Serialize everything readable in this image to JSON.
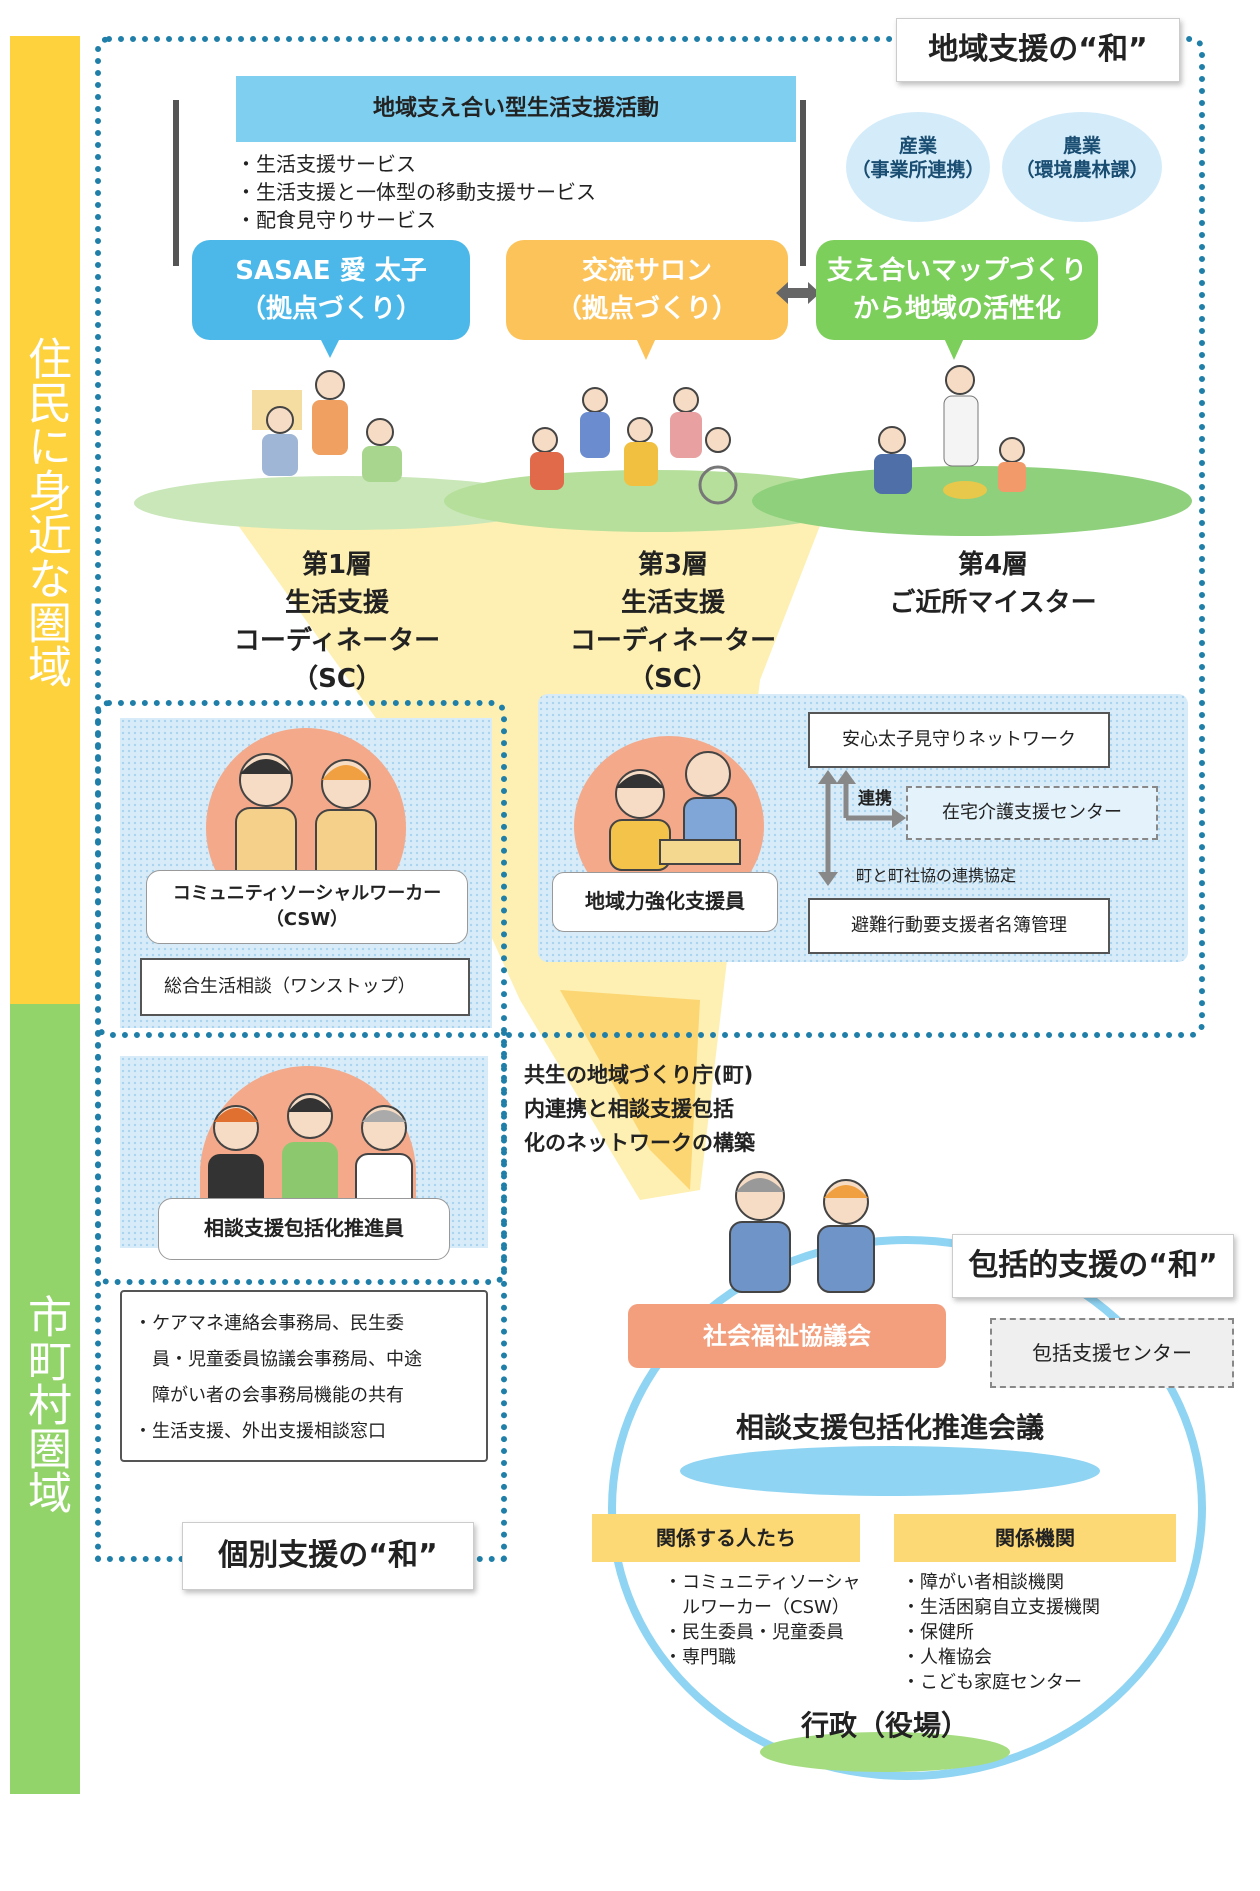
{
  "side_bands": {
    "top": "住民に身近な圏域",
    "bottom": "市町村圏域"
  },
  "ring_labels": {
    "regional": "地域支援の“和”",
    "individual": "個別支援の“和”",
    "comprehensive": "包括的支援の“和”"
  },
  "activity": {
    "title": "地域支え合い型生活支援活動",
    "services": [
      "・生活支援サービス",
      "・生活支援と一体型の移動支援サービス",
      "・配食見守りサービス"
    ]
  },
  "clouds": [
    {
      "line1": "産業",
      "line2": "（事業所連携）"
    },
    {
      "line1": "農業",
      "line2": "（環境農林課）"
    }
  ],
  "hubs": [
    {
      "line1": "SASAE 愛 太子",
      "line2": "（拠点づくり）",
      "color": "#4cb8ea"
    },
    {
      "line1": "交流サロン",
      "line2": "（拠点づくり）",
      "color": "#fcc35a"
    },
    {
      "line1": "支え合いマップづくり",
      "line2": "から地域の活性化",
      "color": "#7ccf5a"
    }
  ],
  "layers": [
    {
      "line1": "第1層",
      "line2": "生活支援",
      "line3": "コーディネーター",
      "line4": "（SC）"
    },
    {
      "line1": "第3層",
      "line2": "生活支援",
      "line3": "コーディネーター",
      "line4": "（SC）"
    },
    {
      "line1": "第4層",
      "line2": "ご近所マイスター"
    }
  ],
  "csw_panel": {
    "title_line1": "コミュニティソーシャルワーカー",
    "title_line2": "（CSW）",
    "service": "総合生活相談（ワンストップ）"
  },
  "regional_panel": {
    "role": "地域力強化支援員",
    "network": "安心太子見守りネットワーク",
    "link_label": "連携",
    "partner": "在宅介護支援センター",
    "agreement": "町と町社協の連携協定",
    "registry": "避難行動要支援者名簿管理"
  },
  "promoter_panel": {
    "role": "相談支援包括化推進員",
    "duties": [
      "・ケアマネ連絡会事務局、民生委",
      "　員・児童委員協議会事務局、中途",
      "　障がい者の会事務局機能の共有",
      "・生活支援、外出支援相談窓口"
    ]
  },
  "network_note": [
    "共生の地域づくり庁(町)",
    "内連携と相談支援包括",
    "化のネットワークの構築"
  ],
  "council": {
    "org": "社会福祉協議会",
    "center": "包括支援センター",
    "meeting": "相談支援包括化推進会議",
    "people_header": "関係する人たち",
    "people": [
      "・コミュニティソーシャ",
      "　ルワーカー（CSW）",
      "・民生委員・児童委員",
      "・専門職"
    ],
    "agencies_header": "関係機関",
    "agencies": [
      "・障がい者相談機関",
      "・生活困窮自立支援機関",
      "・保健所",
      "・人権協会",
      "・こども家庭センター"
    ],
    "admin": "行政（役場）"
  }
}
